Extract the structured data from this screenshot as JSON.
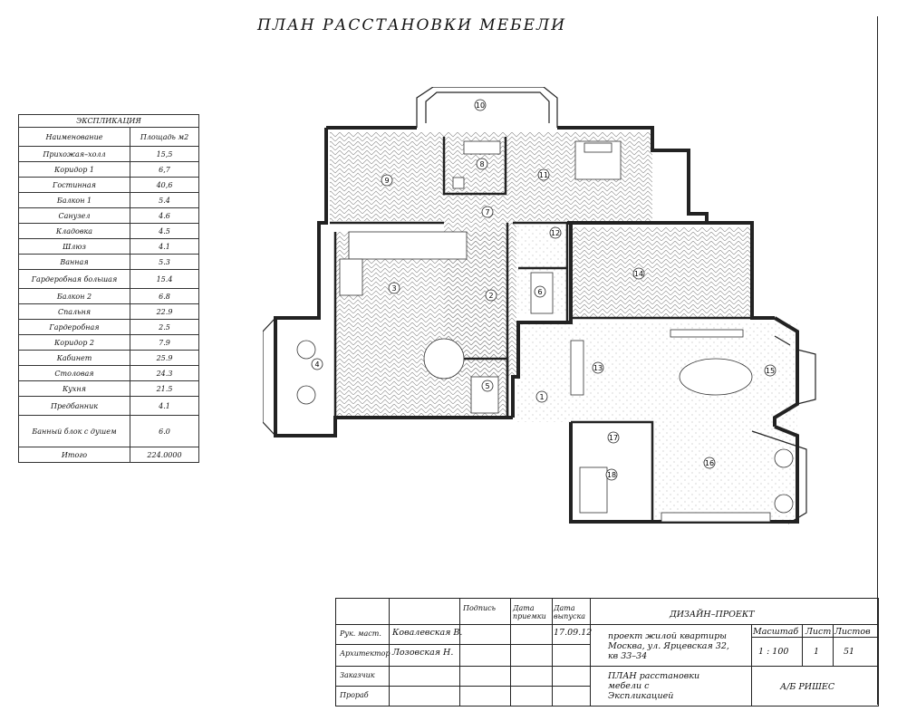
{
  "title": "ПЛАН РАССТАНОВКИ МЕБЕЛИ",
  "explication": {
    "caption": "ЭКСПЛИКАЦИЯ",
    "col_name": "Наименование",
    "col_area": "Площадь м2",
    "rows": [
      {
        "name": "Прихожая–холл",
        "area": "15,5"
      },
      {
        "name": "Коридор 1",
        "area": "6,7"
      },
      {
        "name": "Гостинная",
        "area": "40,6"
      },
      {
        "name": "Балкон 1",
        "area": "5.4"
      },
      {
        "name": "Санузел",
        "area": "4.6"
      },
      {
        "name": "Кладовка",
        "area": "4.5"
      },
      {
        "name": "Шлюз",
        "area": "4.1"
      },
      {
        "name": "Ванная",
        "area": "5.3"
      },
      {
        "name": "Гардеробная большая",
        "area": "15.4"
      },
      {
        "name": "Балкон 2",
        "area": "6.8"
      },
      {
        "name": "Спальня",
        "area": "22.9"
      },
      {
        "name": "Гардеробная",
        "area": "2.5"
      },
      {
        "name": "Коридор 2",
        "area": "7.9"
      },
      {
        "name": "Кабинет",
        "area": "25.9"
      },
      {
        "name": "Столовая",
        "area": "24.3"
      },
      {
        "name": "Кухня",
        "area": "21.5"
      },
      {
        "name": "Предбанник",
        "area": "4.1"
      },
      {
        "name": "Банный блок с душем",
        "area": "6.0"
      }
    ],
    "total_label": "Итого",
    "total_value": "224.0000"
  },
  "plan": {
    "room_numbers": [
      "1",
      "2",
      "3",
      "4",
      "5",
      "6",
      "7",
      "8",
      "9",
      "10",
      "11",
      "12",
      "13",
      "14",
      "15",
      "16",
      "17",
      "18"
    ]
  },
  "stamp": {
    "col_sign": "Подпись",
    "col_date_accept": "Дата приемки",
    "col_date_issue": "Дата выпуска",
    "design_project": "ДИЗАЙН–ПРОЕКТ",
    "role_lead": "Рук. маст.",
    "person_lead": "Ковалевская В.",
    "date": "17.09.12",
    "project_line1": "проект жилой квартиры",
    "project_line2": "Москва, ул. Ярцевская 32,",
    "project_line3": "кв 33–34",
    "col_scale": "Масштаб",
    "col_sheet": "Лист",
    "col_sheets": "Листов",
    "scale": "1 : 100",
    "sheet": "1",
    "sheets": "51",
    "role_architect": "Архитектор",
    "person_architect": "Лозовская Н.",
    "role_client": "Заказчик",
    "role_foreman": "Прораб",
    "sheet_title_line1": "ПЛАН расстановки",
    "sheet_title_line2": "мебели с",
    "sheet_title_line3": "Экспликацией",
    "company": "А/Б РИШЕС"
  }
}
